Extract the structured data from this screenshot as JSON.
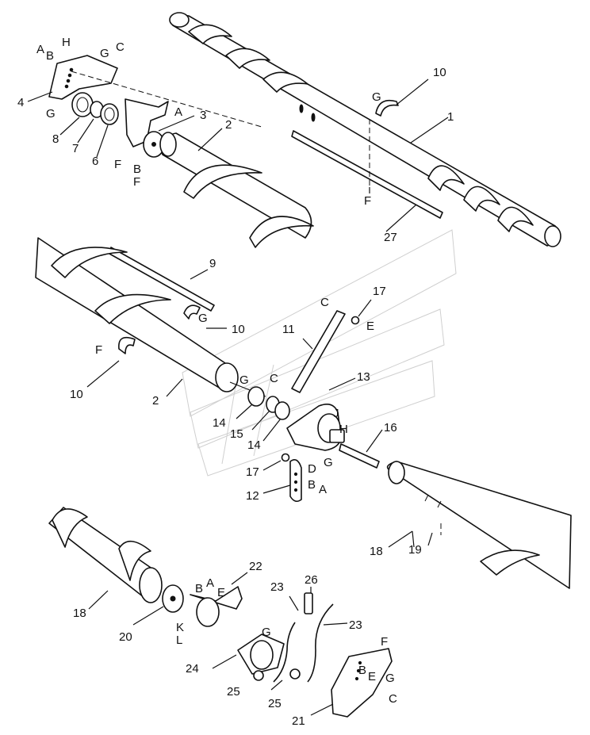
{
  "callouts": [
    {
      "id": "c-4",
      "text": "4"
    },
    {
      "id": "c-8",
      "text": "8"
    },
    {
      "id": "c-7",
      "text": "7"
    },
    {
      "id": "c-6",
      "text": "6"
    },
    {
      "id": "c-3",
      "text": "3"
    },
    {
      "id": "c-2-top",
      "text": "2"
    },
    {
      "id": "c-10-top",
      "text": "10"
    },
    {
      "id": "c-1",
      "text": "1"
    },
    {
      "id": "c-27",
      "text": "27"
    },
    {
      "id": "c-9",
      "text": "9"
    },
    {
      "id": "c-10-mid-right",
      "text": "10"
    },
    {
      "id": "c-10-left",
      "text": "10"
    },
    {
      "id": "c-11",
      "text": "11"
    },
    {
      "id": "c-17-top",
      "text": "17"
    },
    {
      "id": "c-13",
      "text": "13"
    },
    {
      "id": "c-2-mid",
      "text": "2"
    },
    {
      "id": "c-14-left",
      "text": "14"
    },
    {
      "id": "c-15",
      "text": "15"
    },
    {
      "id": "c-14-right",
      "text": "14"
    },
    {
      "id": "c-16",
      "text": "16"
    },
    {
      "id": "c-17-bottom",
      "text": "17"
    },
    {
      "id": "c-12",
      "text": "12"
    },
    {
      "id": "c-18-right",
      "text": "18"
    },
    {
      "id": "c-19",
      "text": "19"
    },
    {
      "id": "c-22",
      "text": "22"
    },
    {
      "id": "c-23-left",
      "text": "23"
    },
    {
      "id": "c-26",
      "text": "26"
    },
    {
      "id": "c-23-right",
      "text": "23"
    },
    {
      "id": "c-18-left",
      "text": "18"
    },
    {
      "id": "c-20",
      "text": "20"
    },
    {
      "id": "c-24",
      "text": "24"
    },
    {
      "id": "c-25-left",
      "text": "25"
    },
    {
      "id": "c-25-right",
      "text": "25"
    },
    {
      "id": "c-21",
      "text": "21"
    }
  ],
  "letters": [
    {
      "id": "l-A1",
      "text": "A"
    },
    {
      "id": "l-B1",
      "text": "B"
    },
    {
      "id": "l-H1",
      "text": "H"
    },
    {
      "id": "l-G1",
      "text": "G"
    },
    {
      "id": "l-C1",
      "text": "C"
    },
    {
      "id": "l-G2",
      "text": "G"
    },
    {
      "id": "l-A2",
      "text": "A"
    },
    {
      "id": "l-F1",
      "text": "F"
    },
    {
      "id": "l-B2",
      "text": "B"
    },
    {
      "id": "l-F2",
      "text": "F"
    },
    {
      "id": "l-G3",
      "text": "G"
    },
    {
      "id": "l-F3",
      "text": "F"
    },
    {
      "id": "l-G4",
      "text": "G"
    },
    {
      "id": "l-F4",
      "text": "F"
    },
    {
      "id": "l-C2",
      "text": "C"
    },
    {
      "id": "l-E1",
      "text": "E"
    },
    {
      "id": "l-C3",
      "text": "C"
    },
    {
      "id": "l-G5",
      "text": "G"
    },
    {
      "id": "l-J1",
      "text": "J"
    },
    {
      "id": "l-H2",
      "text": "H"
    },
    {
      "id": "l-D1",
      "text": "D"
    },
    {
      "id": "l-G6",
      "text": "G"
    },
    {
      "id": "l-B3",
      "text": "B"
    },
    {
      "id": "l-A3",
      "text": "A"
    },
    {
      "id": "l-B4",
      "text": "B"
    },
    {
      "id": "l-A4",
      "text": "A"
    },
    {
      "id": "l-E2",
      "text": "E"
    },
    {
      "id": "l-K1",
      "text": "K"
    },
    {
      "id": "l-L1",
      "text": "L"
    },
    {
      "id": "l-G7",
      "text": "G"
    },
    {
      "id": "l-F5",
      "text": "F"
    },
    {
      "id": "l-B5",
      "text": "B"
    },
    {
      "id": "l-E3",
      "text": "E"
    },
    {
      "id": "l-G8",
      "text": "G"
    },
    {
      "id": "l-C4",
      "text": "C"
    }
  ]
}
